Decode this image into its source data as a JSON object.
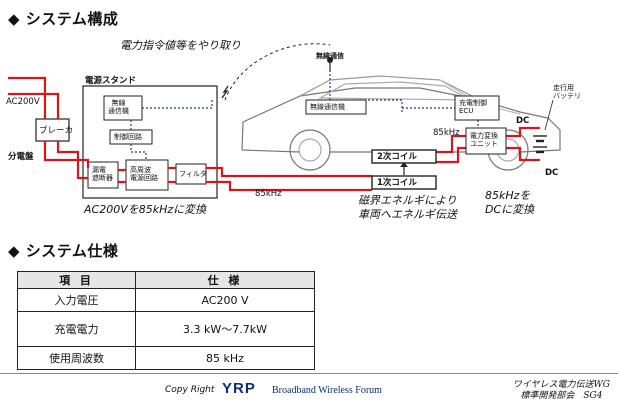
{
  "heading_system": "システム構成",
  "heading_spec": "システム仕様",
  "bullet": "◆",
  "diagram": {
    "top_caption": "電力指令値等をやり取り",
    "wireless_comm": "無線通信",
    "ac_label": "AC200V",
    "breaker": "ブレーカ",
    "panel": "分電盤",
    "power_stand": "電源スタンド",
    "wireless_unit": "無線\n通信機",
    "control_circuit": "制御回路",
    "leakage_breaker": "漏電\n遮断器",
    "hf_power": "高周波\n電源回路",
    "filter": "フィルタ",
    "freq_85_bottom": "85kHz",
    "convert_caption": "AC200Vを85kHzに変換",
    "car_wireless": "無線通信機",
    "charge_ecu": "充電制御\nECU",
    "freq_85_car": "85kHz",
    "converter_unit": "電力変換\nユニット",
    "dc_top": "DC",
    "dc_bottom": "DC",
    "battery": "走行用\nバッテリ",
    "coil2": "2次コイル",
    "coil1": "1次コイル",
    "magnetic_caption": "磁界エネルギにより\n車両へエネルギ伝送",
    "dc_convert_caption": "85kHzを\nDCに変換"
  },
  "table": {
    "headers": [
      "項 目",
      "仕 様"
    ],
    "rows": [
      [
        "入力電圧",
        "AC200 V"
      ],
      [
        "充電電力",
        "3.3 kW～7.7kW"
      ],
      [
        "使用周波数",
        "85 kHz"
      ]
    ]
  },
  "footer": {
    "copyright": "Copy Right",
    "logo": "YRP",
    "forum": "Broadband Wireless Forum",
    "org_line1": "ワイヤレス電力伝送WG",
    "org_line2": "標準開発部会　SG4"
  },
  "colors": {
    "power_line": "#d9141b",
    "signal_line": "#1f3c88",
    "text": "#111111"
  }
}
